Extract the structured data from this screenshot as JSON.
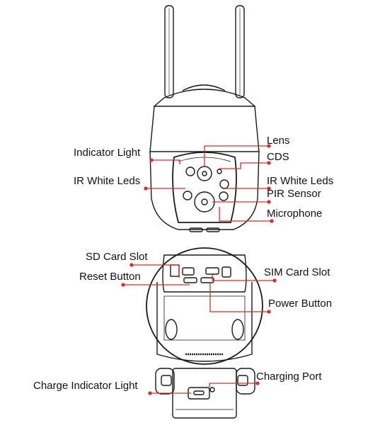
{
  "diagram": {
    "labels": {
      "lens": "Lens",
      "cds": "CDS",
      "indicator_light": "Indicator Light",
      "ir_white_leds_left": "IR White Leds",
      "ir_white_leds_right": "IR White Leds",
      "pir_sensor": "PIR Sensor",
      "microphone": "Microphone",
      "sd_card_slot": "SD Card Slot",
      "reset_button": "Reset Button",
      "sim_card_slot": "SIM Card Slot",
      "power_button": "Power Button",
      "charging_port": "Charging Port",
      "charge_indicator_light": "Charge Indicator Light"
    },
    "colors": {
      "outline": "#1a1a1a",
      "leader": "#d32f2f",
      "text": "#111111"
    }
  }
}
